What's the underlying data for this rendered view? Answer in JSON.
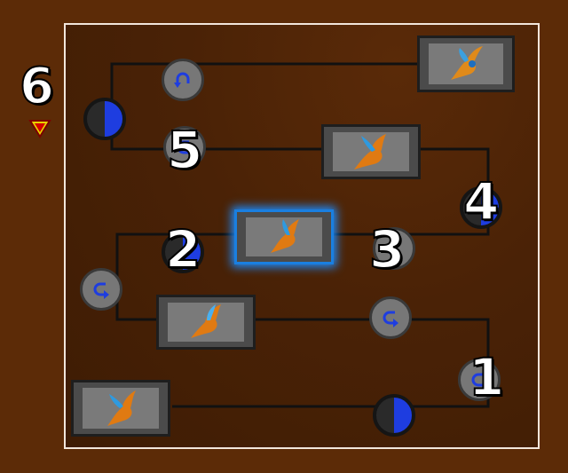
{
  "counter": {
    "value": "6",
    "indicator_icon": "triangle-down-icon"
  },
  "labels": {
    "n1": "1",
    "n2": "2",
    "n3": "3",
    "n4": "4",
    "n5": "5"
  },
  "colors": {
    "frame": "#5c2b07",
    "board": "#4a2206",
    "wire": "#111111",
    "accent_blue": "#1e3de0",
    "select_glow": "#1c8cff"
  },
  "panels": [
    {
      "id": "panel-1",
      "icon": "bird-icon",
      "selected": false
    },
    {
      "id": "panel-2",
      "icon": "bird-icon",
      "selected": false
    },
    {
      "id": "panel-3",
      "icon": "bird-icon",
      "selected": true
    },
    {
      "id": "panel-4",
      "icon": "bird-icon",
      "selected": false
    },
    {
      "id": "panel-5",
      "icon": "bird-icon",
      "selected": false
    }
  ]
}
